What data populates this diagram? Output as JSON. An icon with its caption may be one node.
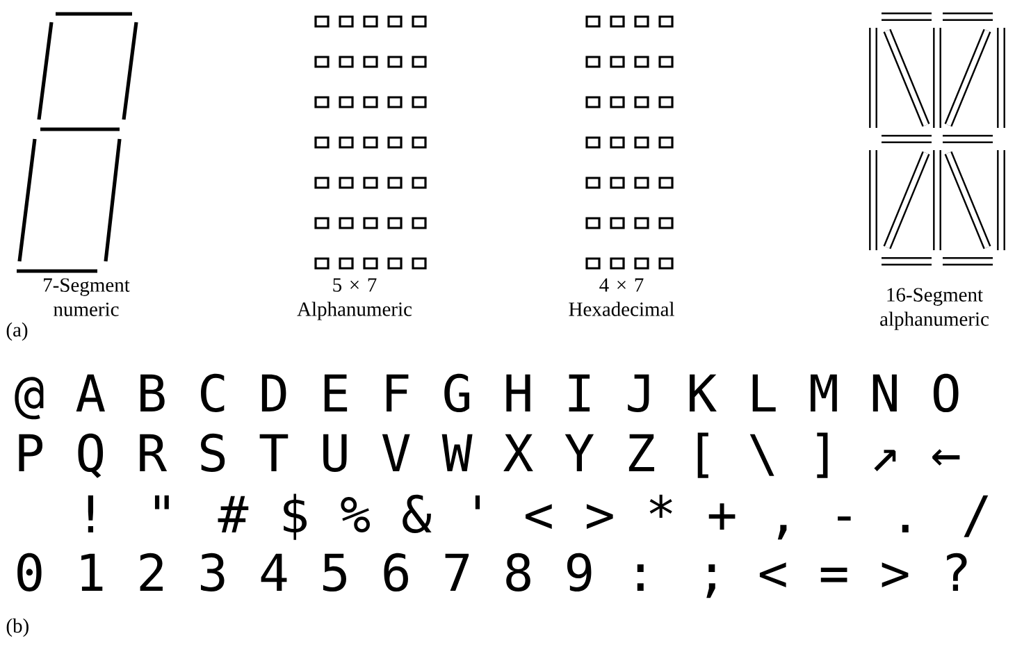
{
  "diagram": {
    "labels": [
      "7-Segment numeric",
      "5 × 7 Alphanumeric",
      "4 × 7 Hexadecimal",
      "16-Segment alphanumeric",
      "(a)",
      "@ A B C D E F G H I J K L M N O",
      "P Q R S T U V W X Y Z [ \\ ] ↗ ←",
      "! \" # $ % & ' < > * + , - . /",
      "0 1 2 3 4 5 6 7 8 9 : ; < = > ?",
      "(b)"
    ]
  }
}
